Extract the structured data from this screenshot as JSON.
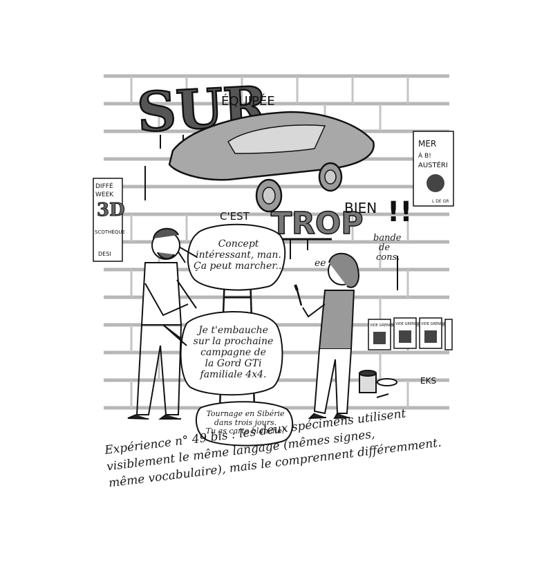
{
  "wall": {
    "title_big": "SUR",
    "title_small": "ÉQUIPÉE",
    "cest": "C'EST",
    "trop": "TROP",
    "bien": "BIEN",
    "bande": [
      "bande",
      "de",
      "cons."
    ],
    "bang": "!!"
  },
  "posters": {
    "left": [
      "DIFFÉ",
      "WEEK",
      "3D",
      "SCOTHÈQUE",
      "DESI"
    ],
    "right": [
      "MER",
      "À B!",
      "AUSTÉRI",
      "L DE GR"
    ],
    "vide_grenier": [
      "VIDE GRENIER",
      "VIDE GRENIER",
      "VIDE GRENIER"
    ]
  },
  "bubbles": {
    "b1": [
      "Concept",
      "intéressant, man.",
      "Ça peut marcher..."
    ],
    "b2": [
      "Je t'embauche",
      "sur la prochaine",
      "campagne de",
      "la Gord GTi",
      "familiale 4x4."
    ],
    "b3": [
      "Tournage en Sibérie",
      "dans trois jours.",
      "Tu as carte blanche!"
    ],
    "artist_sound": "ee"
  },
  "signature": "EKS",
  "caption": [
    "Expérience n° 49 bis : les deux spécimens utilisent",
    "visiblement le même langage (mêmes signes,",
    "même vocabulaire), mais le comprennent différemment."
  ]
}
